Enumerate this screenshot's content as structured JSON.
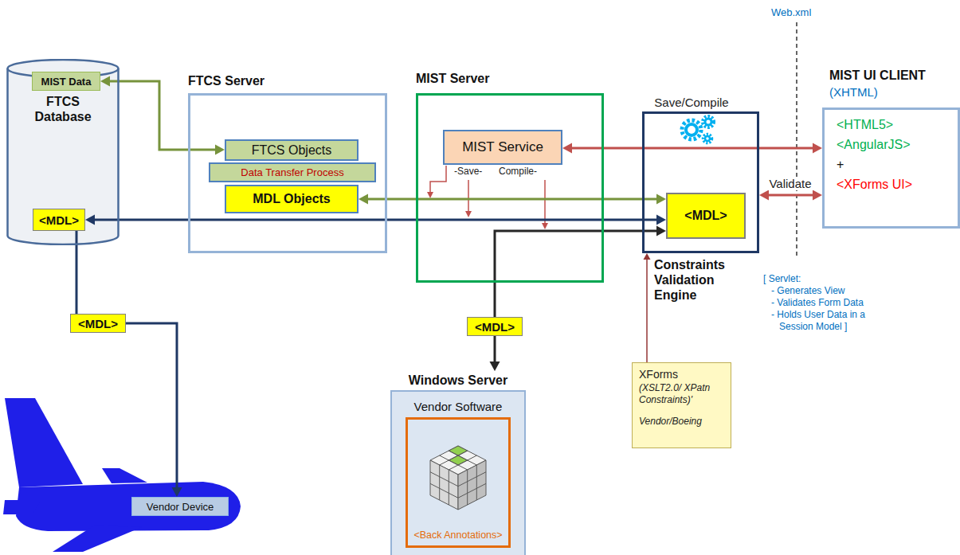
{
  "diagram": {
    "nodes": [
      {
        "text": [
          "FTCS Database"
        ]
      },
      {
        "text": [
          "MIST Data"
        ],
        "in": 0
      },
      {
        "text": [
          "<MDL>"
        ],
        "in": 0
      },
      {
        "text": [
          "FTCS Server"
        ]
      },
      {
        "text": [
          "FTCS Objects"
        ],
        "in": 3
      },
      {
        "text": [
          "Data Transfer Process"
        ],
        "in": 3
      },
      {
        "text": [
          "MDL Objects"
        ],
        "in": 3
      },
      {
        "text": [
          "MIST Server"
        ]
      },
      {
        "text": [
          "MIST Service"
        ],
        "in": 7
      },
      {
        "text": [
          "Constraints Validation Engine"
        ]
      },
      {
        "text": [
          "<MDL>"
        ],
        "in": 9
      },
      {
        "text": [
          "MIST UI CLIENT",
          "(XHTML)",
          "<HTML5>",
          "<AngularJS>",
          "+",
          "<XForms UI>"
        ]
      },
      {
        "text": [
          "<MDL>"
        ]
      },
      {
        "text": [
          "Vendor Device"
        ]
      },
      {
        "text": [
          "<MDL>"
        ]
      },
      {
        "text": [
          "Windows Server"
        ]
      },
      {
        "text": [
          "Vendor Software",
          "<Back Annotations>"
        ],
        "in": 15
      },
      {
        "text": [
          "XForms",
          "(XSLT2.0/ XPatn Constraints)'",
          "Vendor/Boeing"
        ]
      }
    ],
    "edges": [
      {
        "from": 1,
        "to": 4,
        "arrow": "both"
      },
      {
        "from": 6,
        "to": 10,
        "arrow": "both"
      },
      {
        "from": 2,
        "to": 10,
        "arrow": "both"
      },
      {
        "from": 8,
        "to": 11,
        "label": "Save/Compile",
        "arrow": "both"
      },
      {
        "from": 9,
        "to": 11,
        "label": "Validate",
        "arrow": "both"
      },
      {
        "from": 14,
        "to": 10,
        "arrow": "to"
      },
      {
        "from": 14,
        "to": 15,
        "arrow": "to"
      },
      {
        "from": 2,
        "to": 12,
        "arrow": "none"
      },
      {
        "from": 12,
        "to": 13,
        "arrow": "to"
      },
      {
        "from": 17,
        "to": 9,
        "arrow": "to"
      }
    ],
    "labels": [
      "Web.xml",
      "-Save-",
      "Compile-",
      "[ Servlet:",
      "- Generates View",
      "- Validates Form Data",
      "- Holds User Data in a Session Model ]"
    ]
  }
}
